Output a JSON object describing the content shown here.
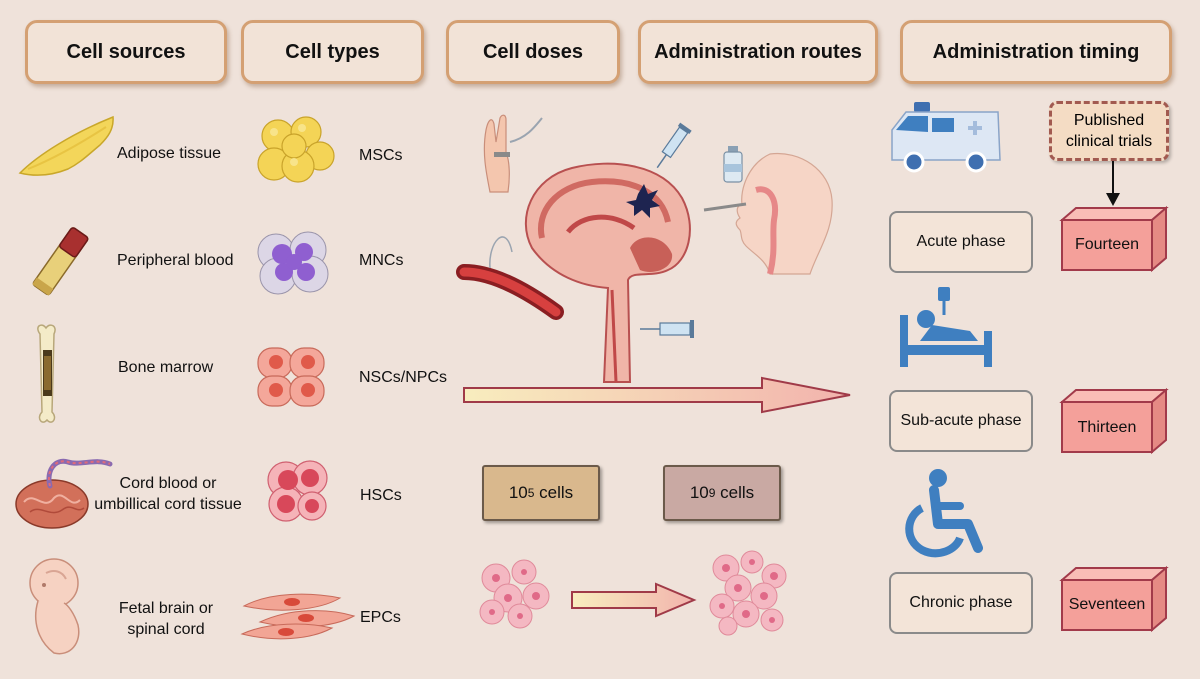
{
  "headers": {
    "cell_sources": "Cell sources",
    "cell_types": "Cell types",
    "cell_doses": "Cell doses",
    "administration_routes": "Administration routes",
    "administration_timing": "Administration timing"
  },
  "sources": {
    "adipose": "Adipose tissue",
    "peripheral": "Peripheral blood",
    "bone": "Bone marrow",
    "cord_line1": "Cord blood or",
    "cord_line2": "umbillical cord tissue",
    "fetal_line1": "Fetal brain or",
    "fetal_line2": "spinal cord"
  },
  "types": {
    "mscs": "MSCs",
    "mncs": "MNCs",
    "nscs": "NSCs/NPCs",
    "hscs": "HSCs",
    "epcs": "EPCs"
  },
  "doses": {
    "low_base": "10",
    "low_exp": "5",
    "high_base": "10",
    "high_exp": "9",
    "unit": " cells"
  },
  "timing": {
    "published_line1": "Published",
    "published_line2": "clinical trials",
    "acute": "Acute phase",
    "subacute": "Sub-acute phase",
    "chronic": "Chronic phase",
    "acute_count": "Fourteen",
    "subacute_count": "Thirteen",
    "chronic_count": "Seventeen"
  },
  "colors": {
    "background": "#efe2da",
    "header_border": "#d4a073",
    "cube_front": "#f4a09a",
    "cube_border": "#a23a4a",
    "arrow_fill": "#f3c0b0",
    "dose_low": "#d9b88d",
    "dose_high": "#c9a9a3",
    "icon_blue": "#3f7fc0"
  },
  "icons": [
    "adipose-tissue-icon",
    "peripheral-blood-icon",
    "bone-marrow-icon",
    "cord-tissue-icon",
    "fetus-icon",
    "msc-cells-icon",
    "mnc-cells-icon",
    "nsc-cells-icon",
    "hsc-cells-icon",
    "epc-cells-icon",
    "brain-icon",
    "head-profile-icon",
    "arm-iv-icon",
    "syringe-icon",
    "vial-icon",
    "blood-vessel-icon",
    "ambulance-icon",
    "hospital-bed-icon",
    "wheelchair-icon",
    "cell-cluster-small-icon",
    "cell-cluster-large-icon"
  ]
}
